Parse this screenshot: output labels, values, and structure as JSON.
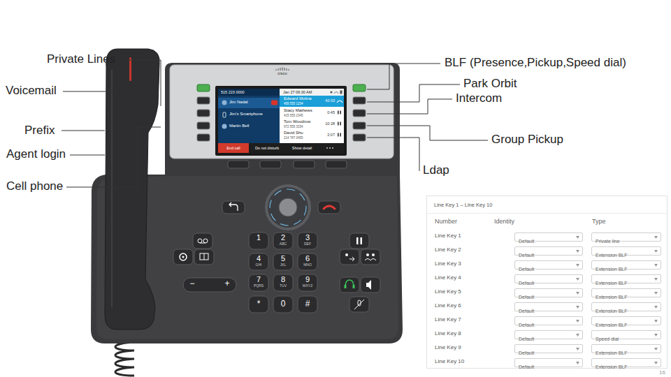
{
  "diagram": {
    "nodes": [
      {
        "text": [
          "Line Key 1 – Line Key 10"
        ]
      },
      {
        "text": [
          "Default"
        ],
        "in": 0
      },
      {
        "text": [
          "Private line"
        ],
        "in": 0
      },
      {
        "text": [
          "Default"
        ],
        "in": 0
      },
      {
        "text": [
          "Extension BLF"
        ],
        "in": 0
      },
      {
        "text": [
          "Default"
        ],
        "in": 0
      },
      {
        "text": [
          "Extension BLF"
        ],
        "in": 0
      },
      {
        "text": [
          "Default"
        ],
        "in": 0
      },
      {
        "text": [
          "Extension BLF"
        ],
        "in": 0
      },
      {
        "text": [
          "Default"
        ],
        "in": 0
      },
      {
        "text": [
          "Extension BLF"
        ],
        "in": 0
      },
      {
        "text": [
          "Default"
        ],
        "in": 0
      },
      {
        "text": [
          "Extension BLF"
        ],
        "in": 0
      },
      {
        "text": [
          "Default"
        ],
        "in": 0
      },
      {
        "text": [
          "Extension BLF"
        ],
        "in": 0
      },
      {
        "text": [
          "Default"
        ],
        "in": 0
      },
      {
        "text": [
          "Speed dial"
        ],
        "in": 0
      },
      {
        "text": [
          "Default"
        ],
        "in": 0
      },
      {
        "text": [
          "Extension BLF"
        ],
        "in": 0
      },
      {
        "text": [
          "Default"
        ],
        "in": 0
      },
      {
        "text": [
          "Extension BLF"
        ],
        "in": 0
      }
    ],
    "labels": [
      "Private Lines",
      "Voicemail",
      "Prefix",
      "Agent login",
      "Cell phone",
      "BLF (Presence,Pickup,Speed dial)",
      "Park Orbit",
      "Intercom",
      "Group Pickup",
      "Ldap",
      "cisco",
      "515 223 0000",
      "Jan 27 09:30 AM",
      "Jim Nadal",
      "Jim's Smartphone",
      "Martin Bell",
      "Edward Molina",
      "456 555 1234",
      "42:03",
      "Stacy Mathews",
      "415 555 2345",
      "0:45",
      "Tom Woodrow",
      "972 555 3334",
      "10:28",
      "David Shu",
      "214 787 0455",
      "2:07",
      "End call",
      "Do not disturb",
      "Show detail",
      "1",
      "2",
      "ABC",
      "3",
      "DEF",
      "4",
      "GHI",
      "5",
      "JKL",
      "6",
      "MNO",
      "7",
      "PQRS",
      "8",
      "TUV",
      "9",
      "WXYZ",
      "*",
      "0",
      "#",
      "−",
      "+",
      "Number",
      "Identity",
      "Type",
      "Line Key 1",
      "Line Key 2",
      "Line Key 3",
      "Line Key 4",
      "Line Key 5",
      "Line Key 6",
      "Line Key 7",
      "Line Key 8",
      "Line Key 9",
      "Line Key 10",
      "16"
    ]
  }
}
